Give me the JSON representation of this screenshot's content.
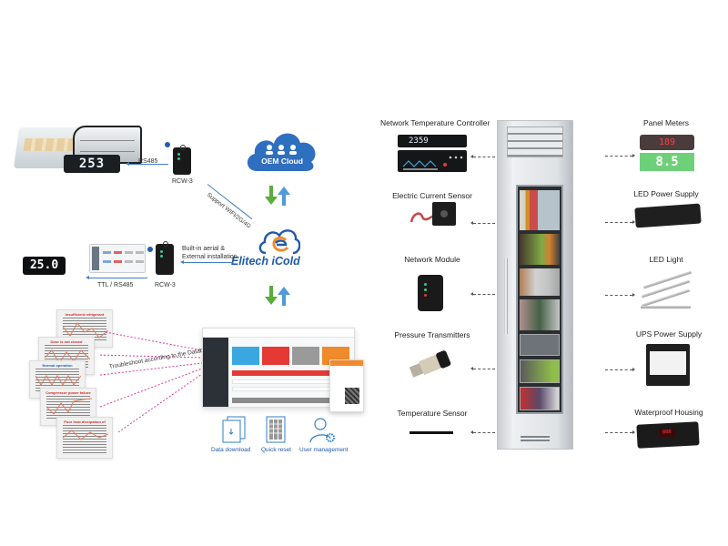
{
  "left_section": {
    "connection_labels": {
      "rs485": "RS485",
      "rcw_top": "RCW-3",
      "wireless_support": "Support WIFI/2G/4G",
      "builtin_aerial": "Built-in aerial &",
      "external_install": "External installation",
      "ttl_rs485": "TTL / RS485",
      "rcw_bottom": "RCW-3"
    },
    "displays": {
      "display_case_controller": "253",
      "standalone_controller": "25.0"
    },
    "cloud": {
      "label": "OEM Cloud"
    },
    "brand": {
      "name_part1": "Elitech ",
      "name_part2": "iCold"
    },
    "troubleshoot_label": "Troubleshoot according to the Database",
    "fault_cards": [
      {
        "title": "Insufficient refrigerant"
      },
      {
        "title": "Door is not closed"
      },
      {
        "title": "Normal operation"
      },
      {
        "title": "Compressor power failure"
      },
      {
        "title": "Poor heat dissipation of condenser"
      }
    ],
    "features": [
      {
        "label": "Data download",
        "icon": "document-download-icon"
      },
      {
        "label": "Quick reset",
        "icon": "grid-reset-icon"
      },
      {
        "label": "User management",
        "icon": "user-gear-icon"
      }
    ]
  },
  "right_section": {
    "left_products": [
      {
        "label": "Network Temperature Controller",
        "readout": "2359"
      },
      {
        "label": "Electric Current Sensor"
      },
      {
        "label": "Network Module"
      },
      {
        "label": "Pressure Transmitters"
      },
      {
        "label": "Temperature Sensor"
      }
    ],
    "right_products": [
      {
        "label": "Panel Meters",
        "readout_top": "189",
        "readout_bottom": "8.5"
      },
      {
        "label": "LED Power Supply"
      },
      {
        "label": "LED Light"
      },
      {
        "label": "UPS Power Supply"
      },
      {
        "label": "Waterproof Housing",
        "readout": "888"
      }
    ]
  },
  "colors": {
    "brand_blue": "#1f5aa8",
    "cloud_blue": "#2f6fc0",
    "arrow_green": "#5aac3c",
    "arrow_blue": "#4f9ad8",
    "dotted_pink": "#e0359a",
    "alert_red": "#e53935",
    "orange": "#f08a2a"
  }
}
